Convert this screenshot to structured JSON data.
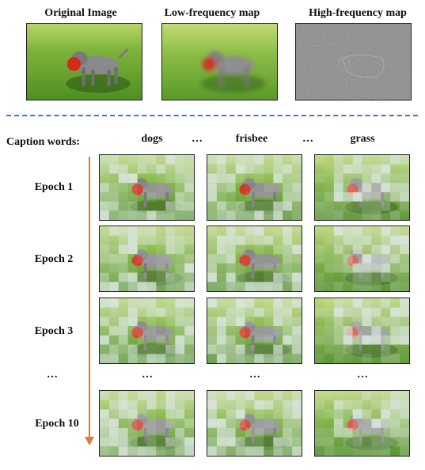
{
  "top": {
    "original_label": "Original Image",
    "low_label": "Low-frequency map",
    "high_label": "High-frequency map"
  },
  "caption_words_label": "Caption words:",
  "words": [
    "dogs",
    "frisbee",
    "grass"
  ],
  "ellipsis": "…",
  "epochs": [
    "Epoch 1",
    "Epoch 2",
    "Epoch 3",
    "…",
    "Epoch 10"
  ],
  "colors": {
    "divider": "#4472c4",
    "arrow": "#e0783a",
    "mask": "#dbe6df"
  }
}
